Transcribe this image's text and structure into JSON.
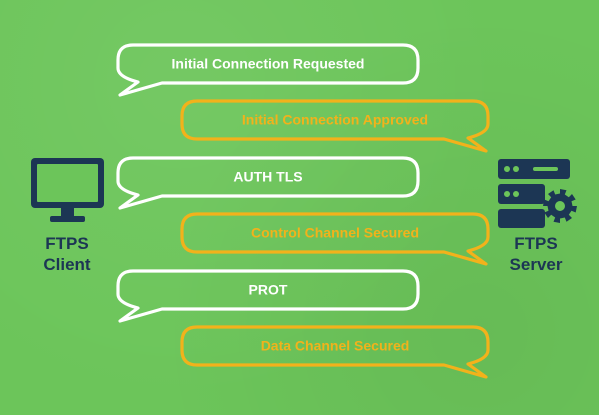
{
  "colors": {
    "background": "#6cc55a",
    "client_message": "#ffffff",
    "server_message": "#f2b21b",
    "device": "#1c3654"
  },
  "client": {
    "icon": "monitor-icon",
    "line1": "FTPS",
    "line2": "Client"
  },
  "server": {
    "icon": "server-gear-icon",
    "line1": "FTPS",
    "line2": "Server"
  },
  "messages": [
    {
      "text": "Initial Connection Requested",
      "from": "client"
    },
    {
      "text": "Initial Connection Approved",
      "from": "server"
    },
    {
      "text": "AUTH TLS",
      "from": "client"
    },
    {
      "text": "Control Channel Secured",
      "from": "server"
    },
    {
      "text": "PROT",
      "from": "client"
    },
    {
      "text": "Data Channel Secured",
      "from": "server"
    }
  ]
}
